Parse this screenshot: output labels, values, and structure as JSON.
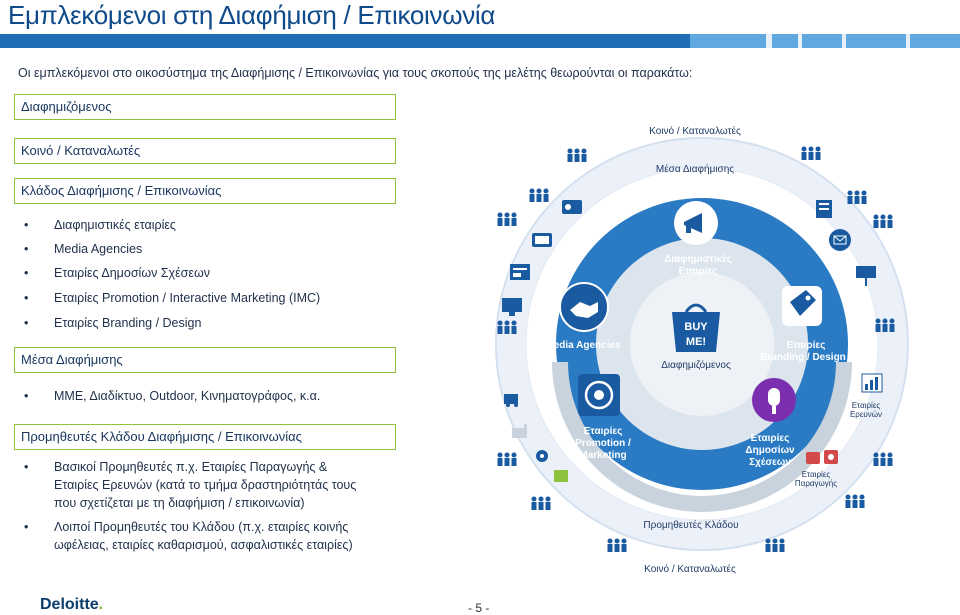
{
  "title": "Εμπλεκόμενοι στη Διαφήμιση / Επικοινωνία",
  "intro": "Οι εμπλεκόμενοι στο οικοσύστημα της Διαφήμισης / Επικοινωνίας για τους σκοπούς της μελέτης θεωρούνται οι παρακάτω:",
  "left": {
    "box_advertiser": "Διαφημιζόμενος",
    "box_audience": "Κοινό / Καταναλωτές",
    "box_industry": "Κλάδος Διαφήμισης / Επικοινωνίας",
    "industry_items": [
      "Διαφημιστικές εταιρίες",
      "Media Agencies",
      "Εταιρίες Δημοσίων Σχέσεων",
      "Εταιρίες Promotion / Interactive Marketing (IMC)",
      "Εταιρίες Branding / Design"
    ],
    "box_media": "Μέσα Διαφήμισης",
    "media_items": [
      "ΜΜΕ, Διαδίκτυο, Outdoor, Κινηματογράφος, κ.α."
    ],
    "box_suppliers": "Προμηθευτές Κλάδου Διαφήμισης / Επικοινωνίας",
    "supplier_item1_line1": "Βασικοί Προμηθευτές π.χ. Εταιρίες Παραγωγής &",
    "supplier_item1_line2": "Εταιρίες Ερευνών (κατά το τμήμα δραστηριότητάς τους",
    "supplier_item1_line3": "που σχετίζεται με τη διαφήμιση / επικοινωνία)",
    "supplier_item2_line1": "Λοιποί Προμηθευτές του Κλάδου (π.χ. εταιρίες κοινής",
    "supplier_item2_line2": "ωφέλειας, εταιρίες καθαρισμού, ασφαλιστικές εταιρίες)",
    "bullet": "•"
  },
  "diagram": {
    "audience_top": "Κοινό / Καταναλωτές",
    "media": "Μέσα Διαφήμισης",
    "agencies_l1": "Διαφημιστικές",
    "agencies_l2": "Εταιρίες",
    "media_agencies": "Media Agencies",
    "branding_l1": "Εταιρίες",
    "branding_l2": "Branding / Design",
    "advertiser": "Διαφημιζόμενος",
    "buy_l1": "BUY",
    "buy_l2": "ME!",
    "research_l1": "Εταιρίες",
    "research_l2": "Ερευνών",
    "promotion_l1": "Εταιρίες",
    "promotion_l2": "Promotion /",
    "promotion_l3": "Marketing",
    "pr_l1": "Εταιρίες",
    "pr_l2": "Δημοσίων",
    "pr_l3": "Σχέσεων",
    "production_l1": "Εταιρίες",
    "production_l2": "Παραγωγής",
    "suppliers": "Προμηθευτές Κλάδου",
    "audience_bottom": "Κοινό / Καταναλωτές"
  },
  "footer": {
    "logo": "Deloitte",
    "logo_dot": ".",
    "page": "- 5 -"
  },
  "colors": {
    "title": "#0f4a8a",
    "band_dark": "#1f6db5",
    "band_light": "#5fa8e0",
    "box_border": "#8fc23c",
    "outer_ring": "#ebf1fa",
    "mid_ring": "#2b7bc4",
    "core": "#dce5ee",
    "icon_blue": "#1a5aa0"
  }
}
